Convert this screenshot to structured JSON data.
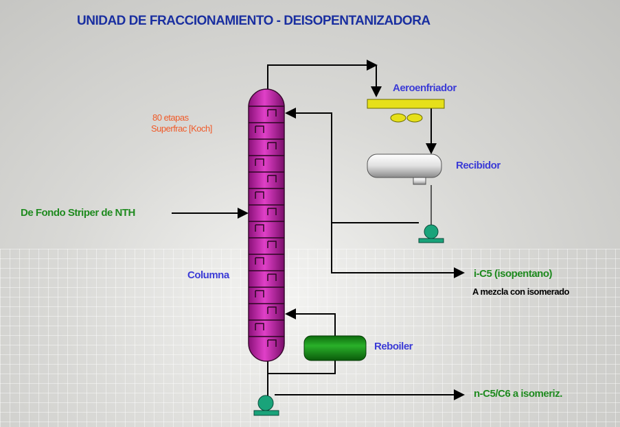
{
  "title": "UNIDAD DE FRACCIONAMIENTO - DEISOPENTANIZADORA",
  "labels": {
    "stages": "80 etapas",
    "packing": "Superfrac [Koch]",
    "feed": "De Fondo Striper de NTH",
    "column": "Columna",
    "aircooler": "Aeroenfriador",
    "receiver": "Recibidor",
    "reboiler": "Reboiler",
    "top_product": "i-C5 (isopentano)",
    "top_destination": "A mezcla con isomerado",
    "bottom_product": "n-C5/C6 a isomeriz."
  },
  "colors": {
    "title": "#1a2fa0",
    "equipment_label": "#3b3bd6",
    "stream_label": "#1f8a1f",
    "note": "#f05a28",
    "column": "#c21aa8",
    "pump": "#1aa37a",
    "reboiler": "#1a8a1a",
    "aircooler": "#e6e01a"
  }
}
